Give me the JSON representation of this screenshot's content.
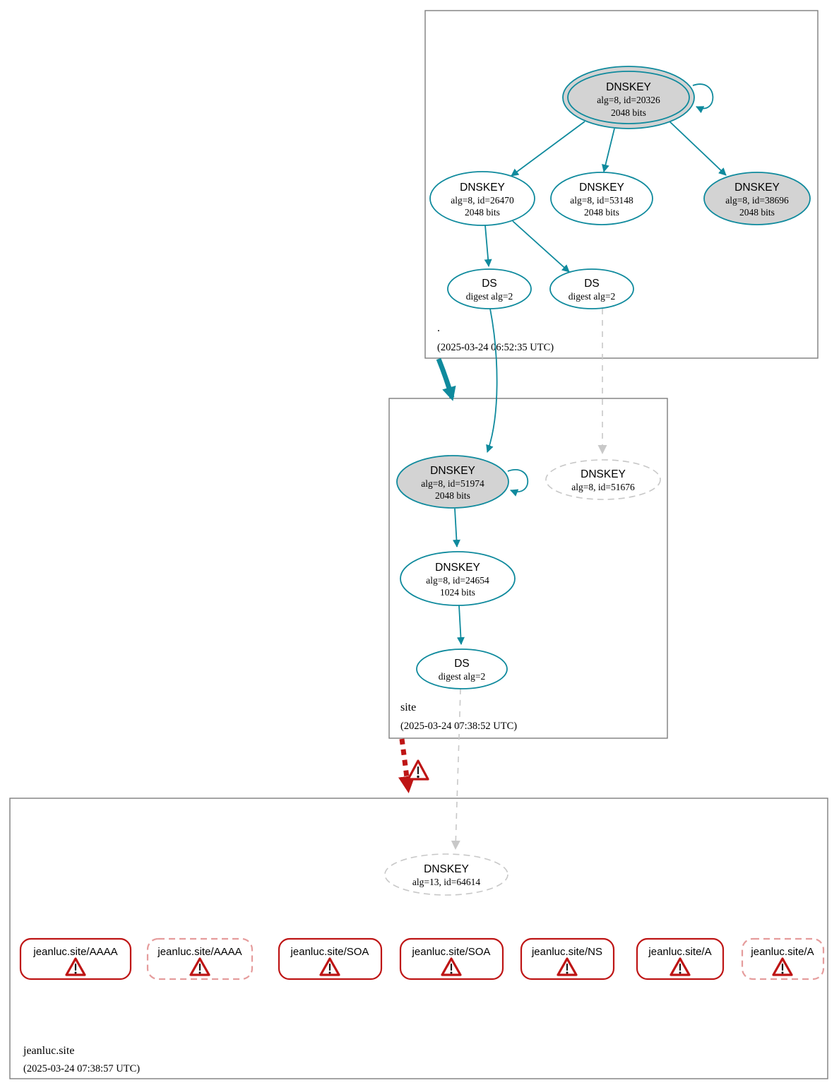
{
  "colors": {
    "secure": "#0f8a9d",
    "bogus": "#be1515",
    "warning_dashed": "#e59c9c",
    "node_fill": "#d3d3d3",
    "insecure_gray": "#c8c8c8",
    "box_border": "#7d7d7d"
  },
  "root_zone": {
    "label": ".",
    "timestamp": "(2025-03-24 06:52:35 UTC)",
    "ksk": {
      "type": "DNSKEY",
      "detail1": "alg=8, id=20326",
      "detail2": "2048 bits"
    },
    "zsk1": {
      "type": "DNSKEY",
      "detail1": "alg=8, id=26470",
      "detail2": "2048 bits"
    },
    "zsk2": {
      "type": "DNSKEY",
      "detail1": "alg=8, id=53148",
      "detail2": "2048 bits"
    },
    "zsk3": {
      "type": "DNSKEY",
      "detail1": "alg=8, id=38696",
      "detail2": "2048 bits"
    },
    "ds1": {
      "type": "DS",
      "detail1": "digest alg=2"
    },
    "ds2": {
      "type": "DS",
      "detail1": "digest alg=2"
    }
  },
  "site_zone": {
    "label": "site",
    "timestamp": "(2025-03-24 07:38:52 UTC)",
    "ksk": {
      "type": "DNSKEY",
      "detail1": "alg=8, id=51974",
      "detail2": "2048 bits"
    },
    "missing_key": {
      "type": "DNSKEY",
      "detail1": "alg=8, id=51676"
    },
    "zsk": {
      "type": "DNSKEY",
      "detail1": "alg=8, id=24654",
      "detail2": "1024 bits"
    },
    "ds": {
      "type": "DS",
      "detail1": "digest alg=2"
    }
  },
  "jeanluc_zone": {
    "label": "jeanluc.site",
    "timestamp": "(2025-03-24 07:38:57 UTC)",
    "dnskey": {
      "type": "DNSKEY",
      "detail1": "alg=13, id=64614"
    },
    "rrsets": [
      {
        "label": "jeanluc.site/AAAA"
      },
      {
        "label": "jeanluc.site/AAAA"
      },
      {
        "label": "jeanluc.site/SOA"
      },
      {
        "label": "jeanluc.site/SOA"
      },
      {
        "label": "jeanluc.site/NS"
      },
      {
        "label": "jeanluc.site/A"
      },
      {
        "label": "jeanluc.site/A"
      }
    ]
  }
}
